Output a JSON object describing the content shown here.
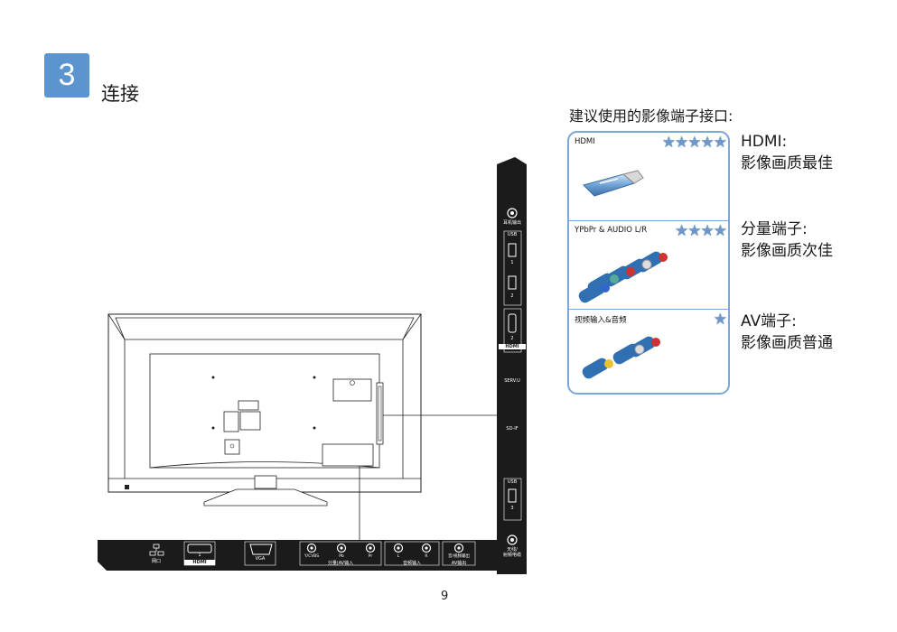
{
  "step": {
    "number": "3",
    "title": "连接"
  },
  "recommend_title": "建议使用的影像端子接口:",
  "connectors": [
    {
      "label": "HDMI",
      "stars": "★★★★★",
      "name_line": "HDMI:",
      "quality_line": "影像画质最佳"
    },
    {
      "label": "YPbPr & AUDIO L/R",
      "stars": "★★★★",
      "name_line": "分量端子:",
      "quality_line": "影像画质次佳"
    },
    {
      "label": "视频输入&音频",
      "stars": "★",
      "name_line": "AV端子:",
      "quality_line": "影像画质普通"
    }
  ],
  "side_panel": {
    "headphone": "耳机输出",
    "usb_label": "USB",
    "usb1": "1",
    "usb2": "2",
    "hdmi2": "2",
    "hdmi_logo": "HDMI",
    "serv": "SERV.U",
    "spdif": "SD-IF",
    "usb3": "3",
    "antenna": "天线/\n射频电缆"
  },
  "bottom_panel": {
    "network": "网口",
    "hdmi1": "1",
    "hdmi_logo": "HDMI",
    "vga": "VGA",
    "ycvbs": "Y/CVBS",
    "pb": "Pb",
    "pr": "Pr",
    "component_label": "分量|AV输入",
    "audio_l": "L",
    "audio_r": "R",
    "audio_label": "音频输入",
    "av_out_top": "音/视频输出",
    "av_out": "AV输出"
  },
  "page_number": "9"
}
